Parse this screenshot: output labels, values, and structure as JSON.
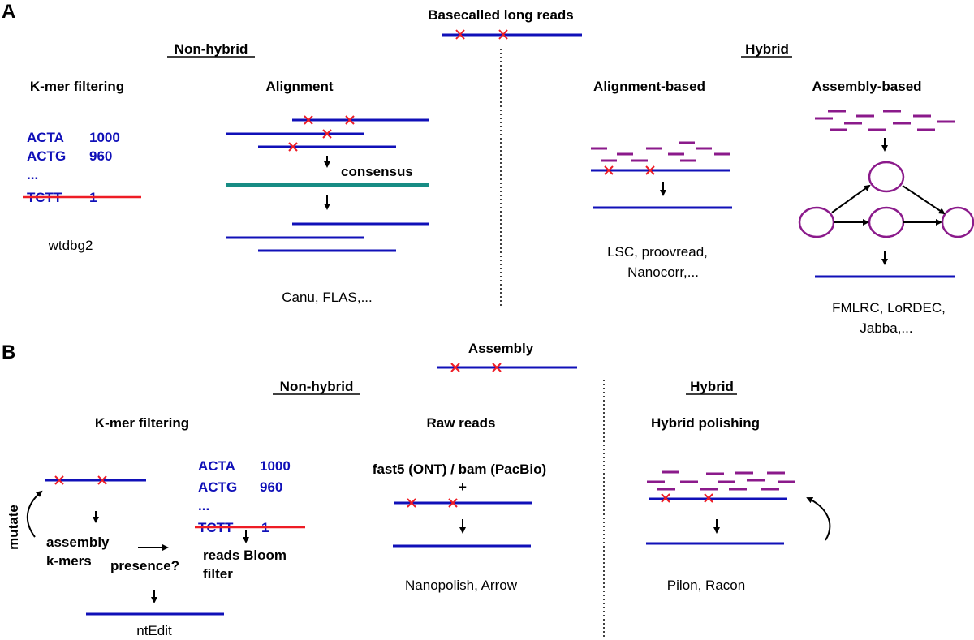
{
  "panels": {
    "a": "A",
    "b": "B"
  },
  "panel_a": {
    "title": "Basecalled long reads",
    "non_hybrid": "Non-hybrid",
    "hybrid": "Hybrid",
    "kmer_filtering": {
      "heading": "K-mer filtering",
      "kmers": [
        {
          "seq": "ACTA",
          "count": "1000"
        },
        {
          "seq": "ACTG",
          "count": "960"
        },
        {
          "seq": "...",
          "count": ""
        },
        {
          "seq": "TCTT",
          "count": "1"
        }
      ],
      "tools": "wtdbg2"
    },
    "alignment": {
      "heading": "Alignment",
      "consensus": "consensus",
      "tools": "Canu, FLAS,..."
    },
    "alignment_based": {
      "heading": "Alignment-based",
      "tools_line1": "LSC, proovread,",
      "tools_line2": "Nanocorr,..."
    },
    "assembly_based": {
      "heading": "Assembly-based",
      "tools_line1": "FMLRC, LoRDEC,",
      "tools_line2": "Jabba,..."
    }
  },
  "panel_b": {
    "title": "Assembly",
    "non_hybrid": "Non-hybrid",
    "hybrid": "Hybrid",
    "kmer_filtering": {
      "heading": "K-mer filtering",
      "mutate": "mutate",
      "assembly_kmers_line1": "assembly",
      "assembly_kmers_line2": "k-mers",
      "presence": "presence?",
      "kmers": [
        {
          "seq": "ACTA",
          "count": "1000"
        },
        {
          "seq": "ACTG",
          "count": "960"
        },
        {
          "seq": "...",
          "count": ""
        },
        {
          "seq": "TCTT",
          "count": "1"
        }
      ],
      "bloom_line1": "reads Bloom",
      "bloom_line2": "filter",
      "tools": "ntEdit"
    },
    "raw_reads": {
      "heading": "Raw reads",
      "formats": "fast5 (ONT) / bam (PacBio)",
      "plus": "+",
      "tools": "Nanopolish, Arrow"
    },
    "hybrid_polishing": {
      "heading": "Hybrid polishing",
      "tools": "Pilon, Racon"
    }
  },
  "colors": {
    "read": "#1010b8",
    "error_mark": "#ee1c25",
    "short_read": "#8b1a8b",
    "consensus": "#178c84"
  }
}
